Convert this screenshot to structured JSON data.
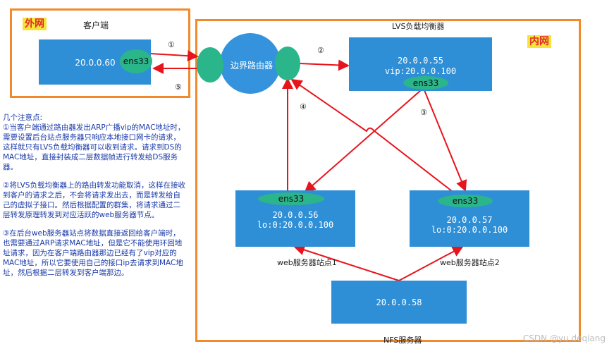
{
  "zones": {
    "external_label": "外网",
    "internal_label": "内网",
    "client_title": "客户端",
    "lvs_title": "LVS负载均衡器"
  },
  "client": {
    "ip": "20.0.0.60",
    "iface": "ens33"
  },
  "router": {
    "label": "边界路由器"
  },
  "lvs": {
    "ip": "20.0.0.55",
    "vip": "vip:20.0.0.100",
    "iface": "ens33"
  },
  "web1": {
    "iface": "ens33",
    "ip": "20.0.0.56",
    "lo": "lo:0:20.0.0.100",
    "caption": "web服务器站点1"
  },
  "web2": {
    "iface": "ens33",
    "ip": "20.0.0.57",
    "lo": "lo:0:20.0.0.100",
    "caption": "web服务器站点2"
  },
  "nfs": {
    "ip": "20.0.0.58",
    "caption": "NFS服务器"
  },
  "steps": [
    "①",
    "②",
    "③",
    "④",
    "⑤"
  ],
  "notes": {
    "heading": "几个注意点:",
    "p1": "①当客户端通过路由器发出ARP广播vip的MAC地址时，需要设置后台站点服务器只响应本地接口网卡的请求，这样就只有LVS负载均衡器可以收到请求。请求到DS的MAC地址，直接封装成二层数据帧进行转发给DS服务器。",
    "p2": "②将LVS负载均衡器上的路由转发功能取消，这样在接收到客户的请求之后，不会将请求发出去，而是转发给自己的虚拟子接口。然后根据配置的群集，将请求通过二层转发原理转发到对应活跃的web服务器节点。",
    "p3": "③在后台web服务器站点将数据直接返回给客户端时，也需要通过ARP请求MAC地址，但是它不能使用环回地址请求，因为在客户端路由器那边已经有了vip对应的MAC地址，所以它要使用自己的接口ip去请求到MAC地址，然后根据二层转发到客户端那边。"
  },
  "watermark": "CSDN @yu.deqiang",
  "colors": {
    "frame": "#f08a2a",
    "box": "#2f8fd6",
    "iface": "#2bb58a",
    "arrow": "#e8141c",
    "notes": "#1a3aa8"
  }
}
